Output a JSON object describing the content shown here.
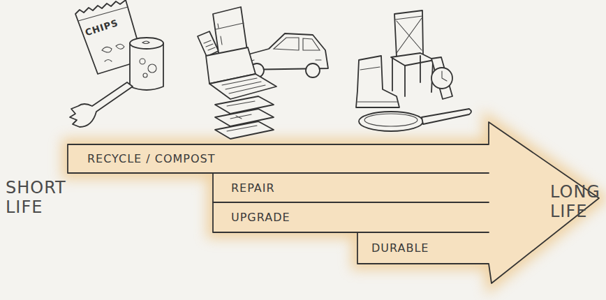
{
  "diagram": {
    "nodes": [
      {
        "text": [
          "RECYCLE / COMPOST"
        ]
      },
      {
        "text": [
          "REPAIR"
        ]
      },
      {
        "text": [
          "UPGRADE"
        ]
      },
      {
        "text": [
          "DURABLE"
        ]
      }
    ],
    "labels": [
      "CHIPS",
      "SHORT LIFE",
      "LONG LIFE"
    ]
  }
}
